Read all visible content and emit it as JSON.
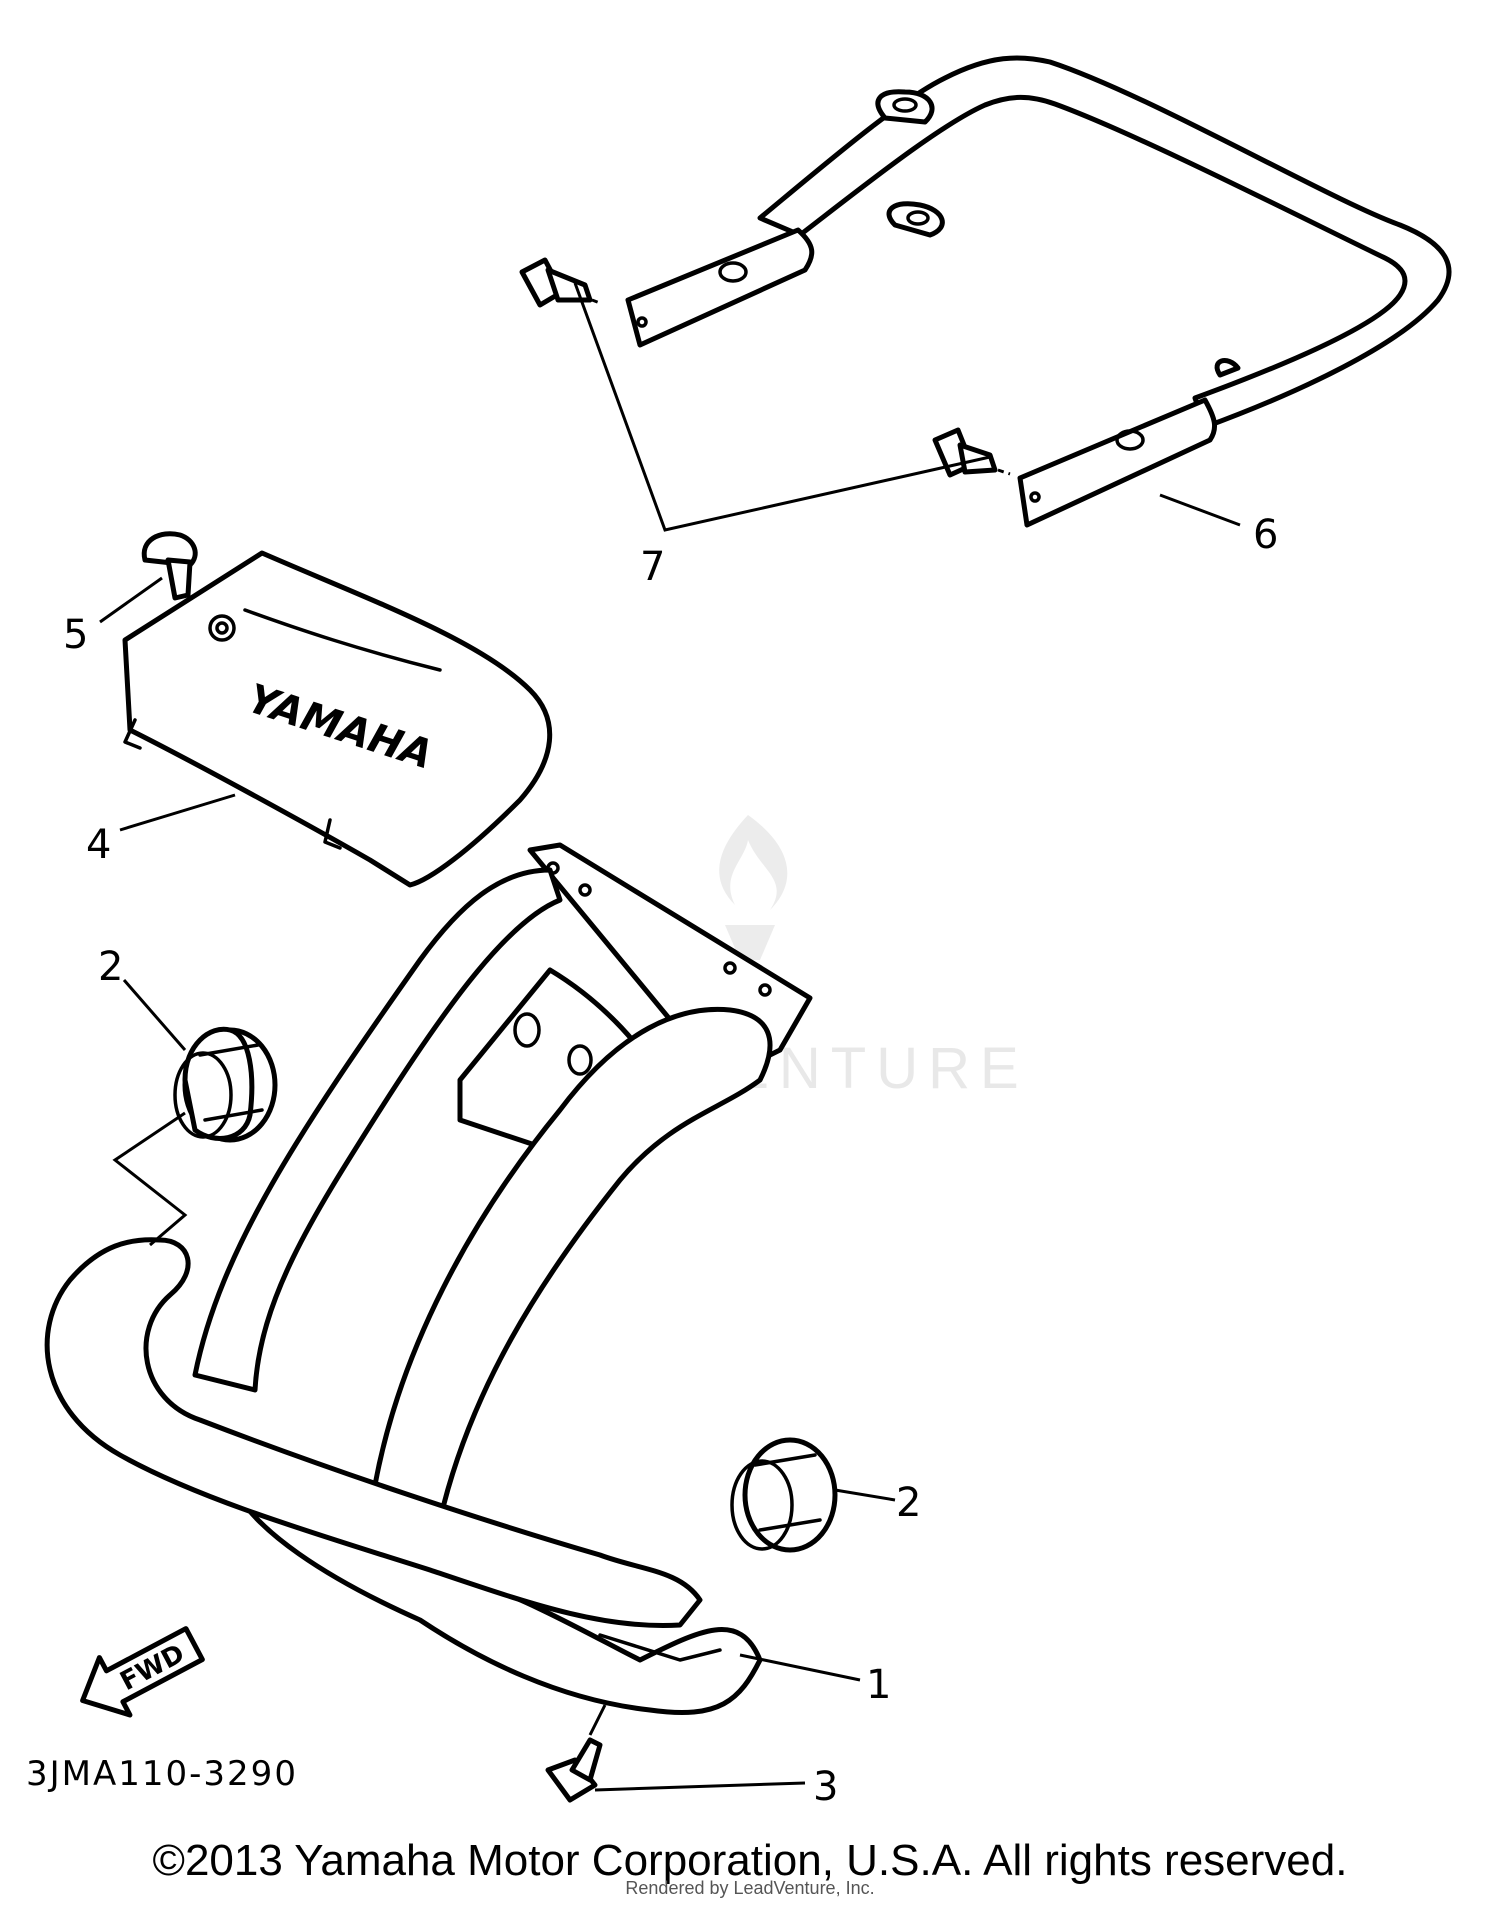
{
  "diagram": {
    "callouts": {
      "c1": "1",
      "c2a": "2",
      "c2b": "2",
      "c3": "3",
      "c4": "4",
      "c5": "5",
      "c6": "6",
      "c7": "7"
    },
    "fwd_label": "FWD",
    "drawing_code": "3JMA110-3290",
    "emblem_text": "YAMAHA",
    "watermark_text": "LEADVENTURE"
  },
  "footer": {
    "copyright": "©2013 Yamaha Motor Corporation, U.S.A. All rights reserved.",
    "rendered_by": "Rendered by LeadVenture, Inc."
  }
}
